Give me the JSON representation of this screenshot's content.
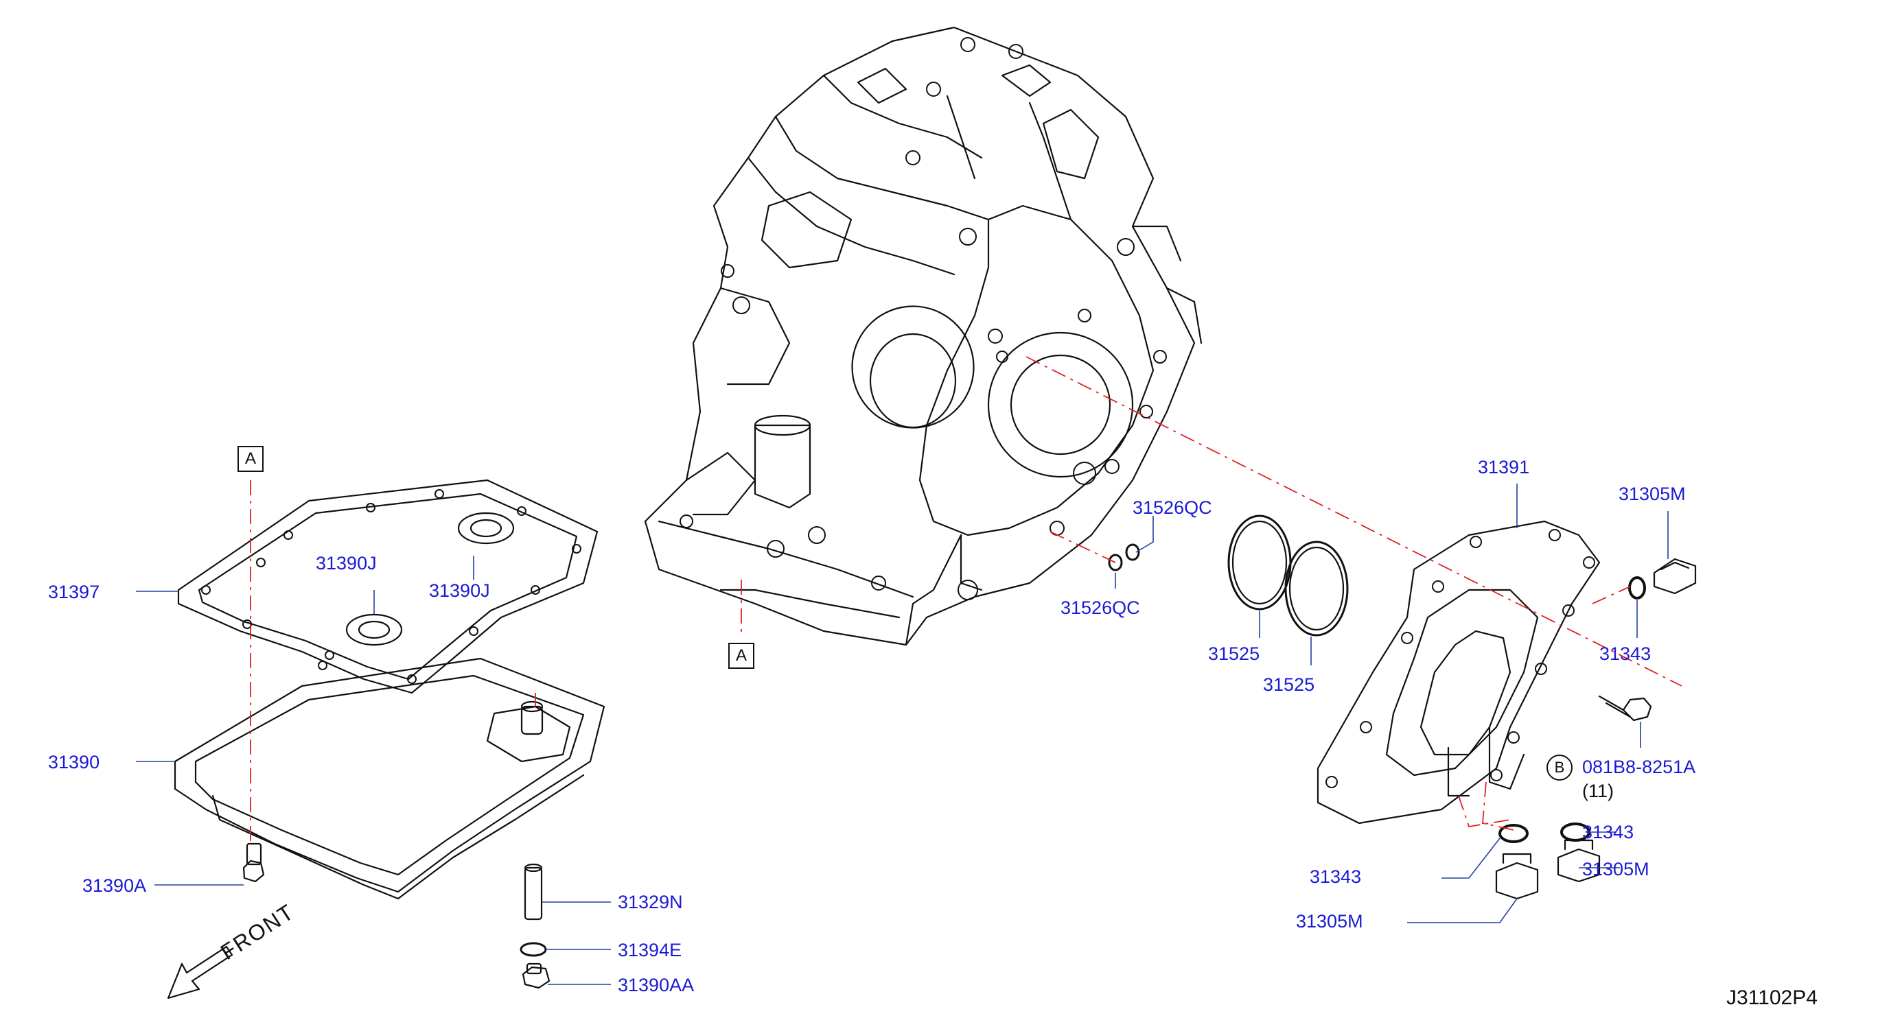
{
  "labels": {
    "p31391": "31391",
    "p31305M_top": "31305M",
    "p31343_top": "31343",
    "p31526QC_a": "31526QC",
    "p31526QC_b": "31526QC",
    "p31525_a": "31525",
    "p31525_b": "31525",
    "p081B8": "081B8-8251A",
    "p081B8_qty": "(11)",
    "p31343_right": "31343",
    "p31305M_right": "31305M",
    "p31343_left": "31343",
    "p31305M_bottom": "31305M",
    "p31397": "31397",
    "p31390J_a": "31390J",
    "p31390J_b": "31390J",
    "p31390": "31390",
    "p31390A": "31390A",
    "p31329N": "31329N",
    "p31394E": "31394E",
    "p31390AA": "31390AA"
  },
  "markers": {
    "a_top": "A",
    "a_bottom": "A",
    "b": "B"
  },
  "front": "FRONT",
  "code": "J31102P4",
  "colors": {
    "line": "#111111",
    "label": "#1a1ad6",
    "leader": "#2040a0",
    "dash": "#e02020"
  }
}
